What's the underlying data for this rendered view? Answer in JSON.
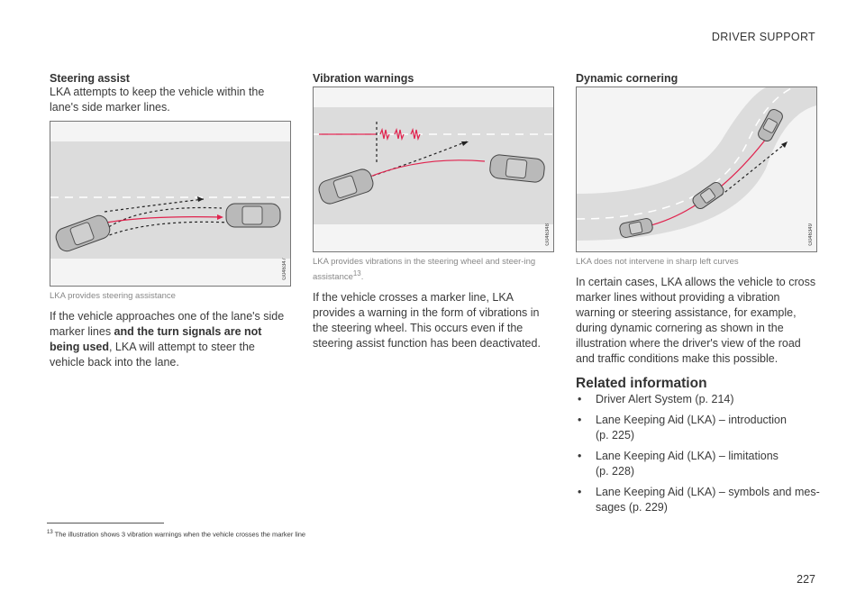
{
  "header": {
    "section": "DRIVER SUPPORT"
  },
  "col1": {
    "heading": "Steering assist",
    "intro": "LKA attempts to keep the vehicle within the lane's side marker lines.",
    "fig_id": "G046347",
    "caption": "LKA provides steering assistance",
    "body_a": "If the vehicle approaches one of the lane's side marker lines ",
    "body_bold": "and the turn signals are not being used",
    "body_b": ", LKA will attempt to steer the vehicle back into the lane."
  },
  "col2": {
    "heading": "Vibration warnings",
    "fig_id": "G046348",
    "caption": "LKA provides vibrations in the steering wheel and steer-ing assistance",
    "caption_ref": "13",
    "caption_end": ".",
    "body": "If the vehicle crosses a marker line, LKA provides a warning in the form of vibrations in the steering wheel. This occurs even if the steering assist function has been deactivated."
  },
  "col3": {
    "heading": "Dynamic cornering",
    "fig_id": "G046349",
    "caption": "LKA does not intervene in sharp left curves",
    "body": "In certain cases, LKA allows the vehicle to cross marker lines without providing a vibration warning or steering assistance, for example, during dynamic cornering as shown in the illustration where the driver's view of the road and traffic conditions make this possible.",
    "related_title": "Related information",
    "bullet_glyph": "•",
    "related": [
      "Driver Alert System (p. 214)",
      "Lane Keeping Aid (LKA) – introduction (p. 225)",
      "Lane Keeping Aid (LKA) – limitations (p. 228)",
      "Lane Keeping Aid (LKA) – symbols and mes-sages (p. 229)"
    ]
  },
  "footnote": {
    "number": "13",
    "text": "The illustration shows 3 vibration warnings when the vehicle crosses the marker line"
  },
  "page_number": "227",
  "colors": {
    "road": "#dcdcdc",
    "path": "#e0234e",
    "lane": "#ffffff",
    "car": "#b9b9b9"
  }
}
